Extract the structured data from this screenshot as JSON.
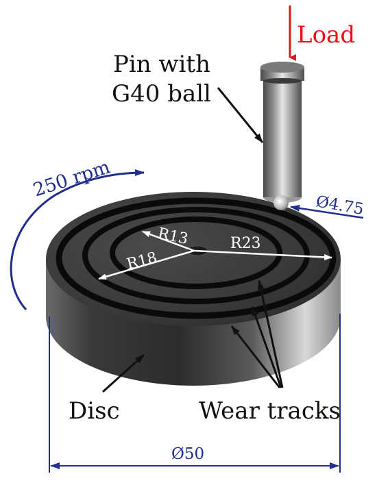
{
  "labels": {
    "load": "Load",
    "pin_line1": "Pin with",
    "pin_line2": "G40 ball",
    "speed": "250 rpm",
    "ball_diameter": "Ø4.75",
    "radius_small": "R13",
    "radius_mid": "R18",
    "radius_large": "R23",
    "disc": "Disc",
    "wear_tracks": "Wear tracks",
    "disc_diameter": "Ø50"
  },
  "colors": {
    "load_arrow": "#e8111a",
    "dimension": "#1f2d8c",
    "leader": "#111111",
    "disc_top": "#3a3a3a",
    "disc_side": "#454545",
    "track": "#0a0a0a",
    "radius_lines": "#ffffff"
  }
}
